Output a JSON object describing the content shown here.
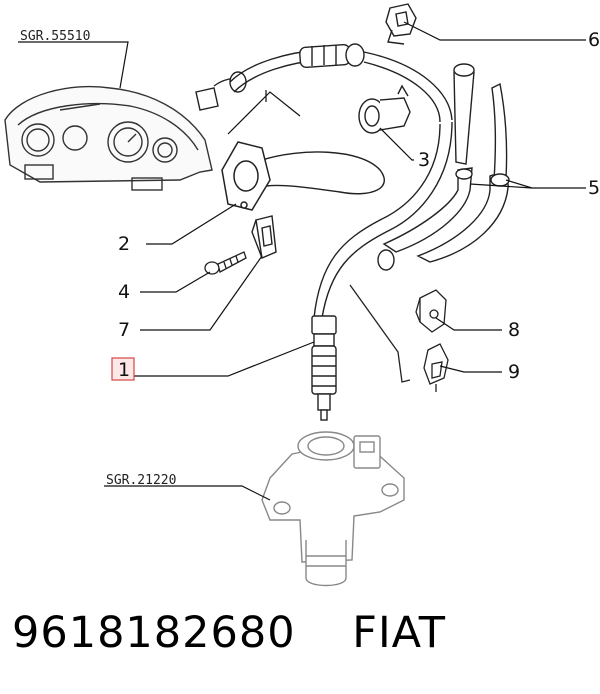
{
  "diagram": {
    "references": {
      "top": "SGR.55510",
      "bottom": "SGR.21220"
    },
    "callouts": [
      "1",
      "2",
      "3",
      "4",
      "5",
      "6",
      "7",
      "8",
      "9"
    ],
    "highlighted_callout": "1",
    "highlight_color": "#d34747"
  },
  "footer": {
    "part_number": "9618182680",
    "brand": "FIAT"
  }
}
